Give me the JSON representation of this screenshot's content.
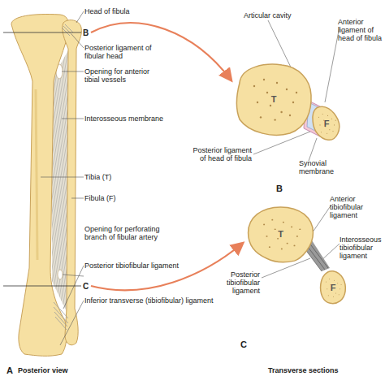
{
  "diagram": {
    "nodes": [
      {
        "text": [
          "T"
        ]
      },
      {
        "text": [
          "F"
        ]
      },
      {
        "text": [
          "T"
        ]
      },
      {
        "text": [
          "F"
        ]
      }
    ],
    "labels": [
      "Head of fibula",
      "B",
      "Posterior ligament of fibular head",
      "Opening for anterior tibial vessels",
      "Interosseous membrane",
      "Tibia (T)",
      "Fibula (F)",
      "Opening for perforating branch of fibular artery",
      "Posterior tibiofibular ligament",
      "C",
      "Inferior transverse (tibiofibular) ligament",
      "A",
      "Posterior view",
      "Articular cavity",
      "Anterior ligament of head of fibula",
      "Posterior ligament of head of fibula",
      "Synovial membrane",
      "B",
      "Anterior tibiofibular ligament",
      "Interosseous tibiofibular ligament",
      "Posterior tibiofibular ligament",
      "C",
      "Transverse sections"
    ]
  }
}
